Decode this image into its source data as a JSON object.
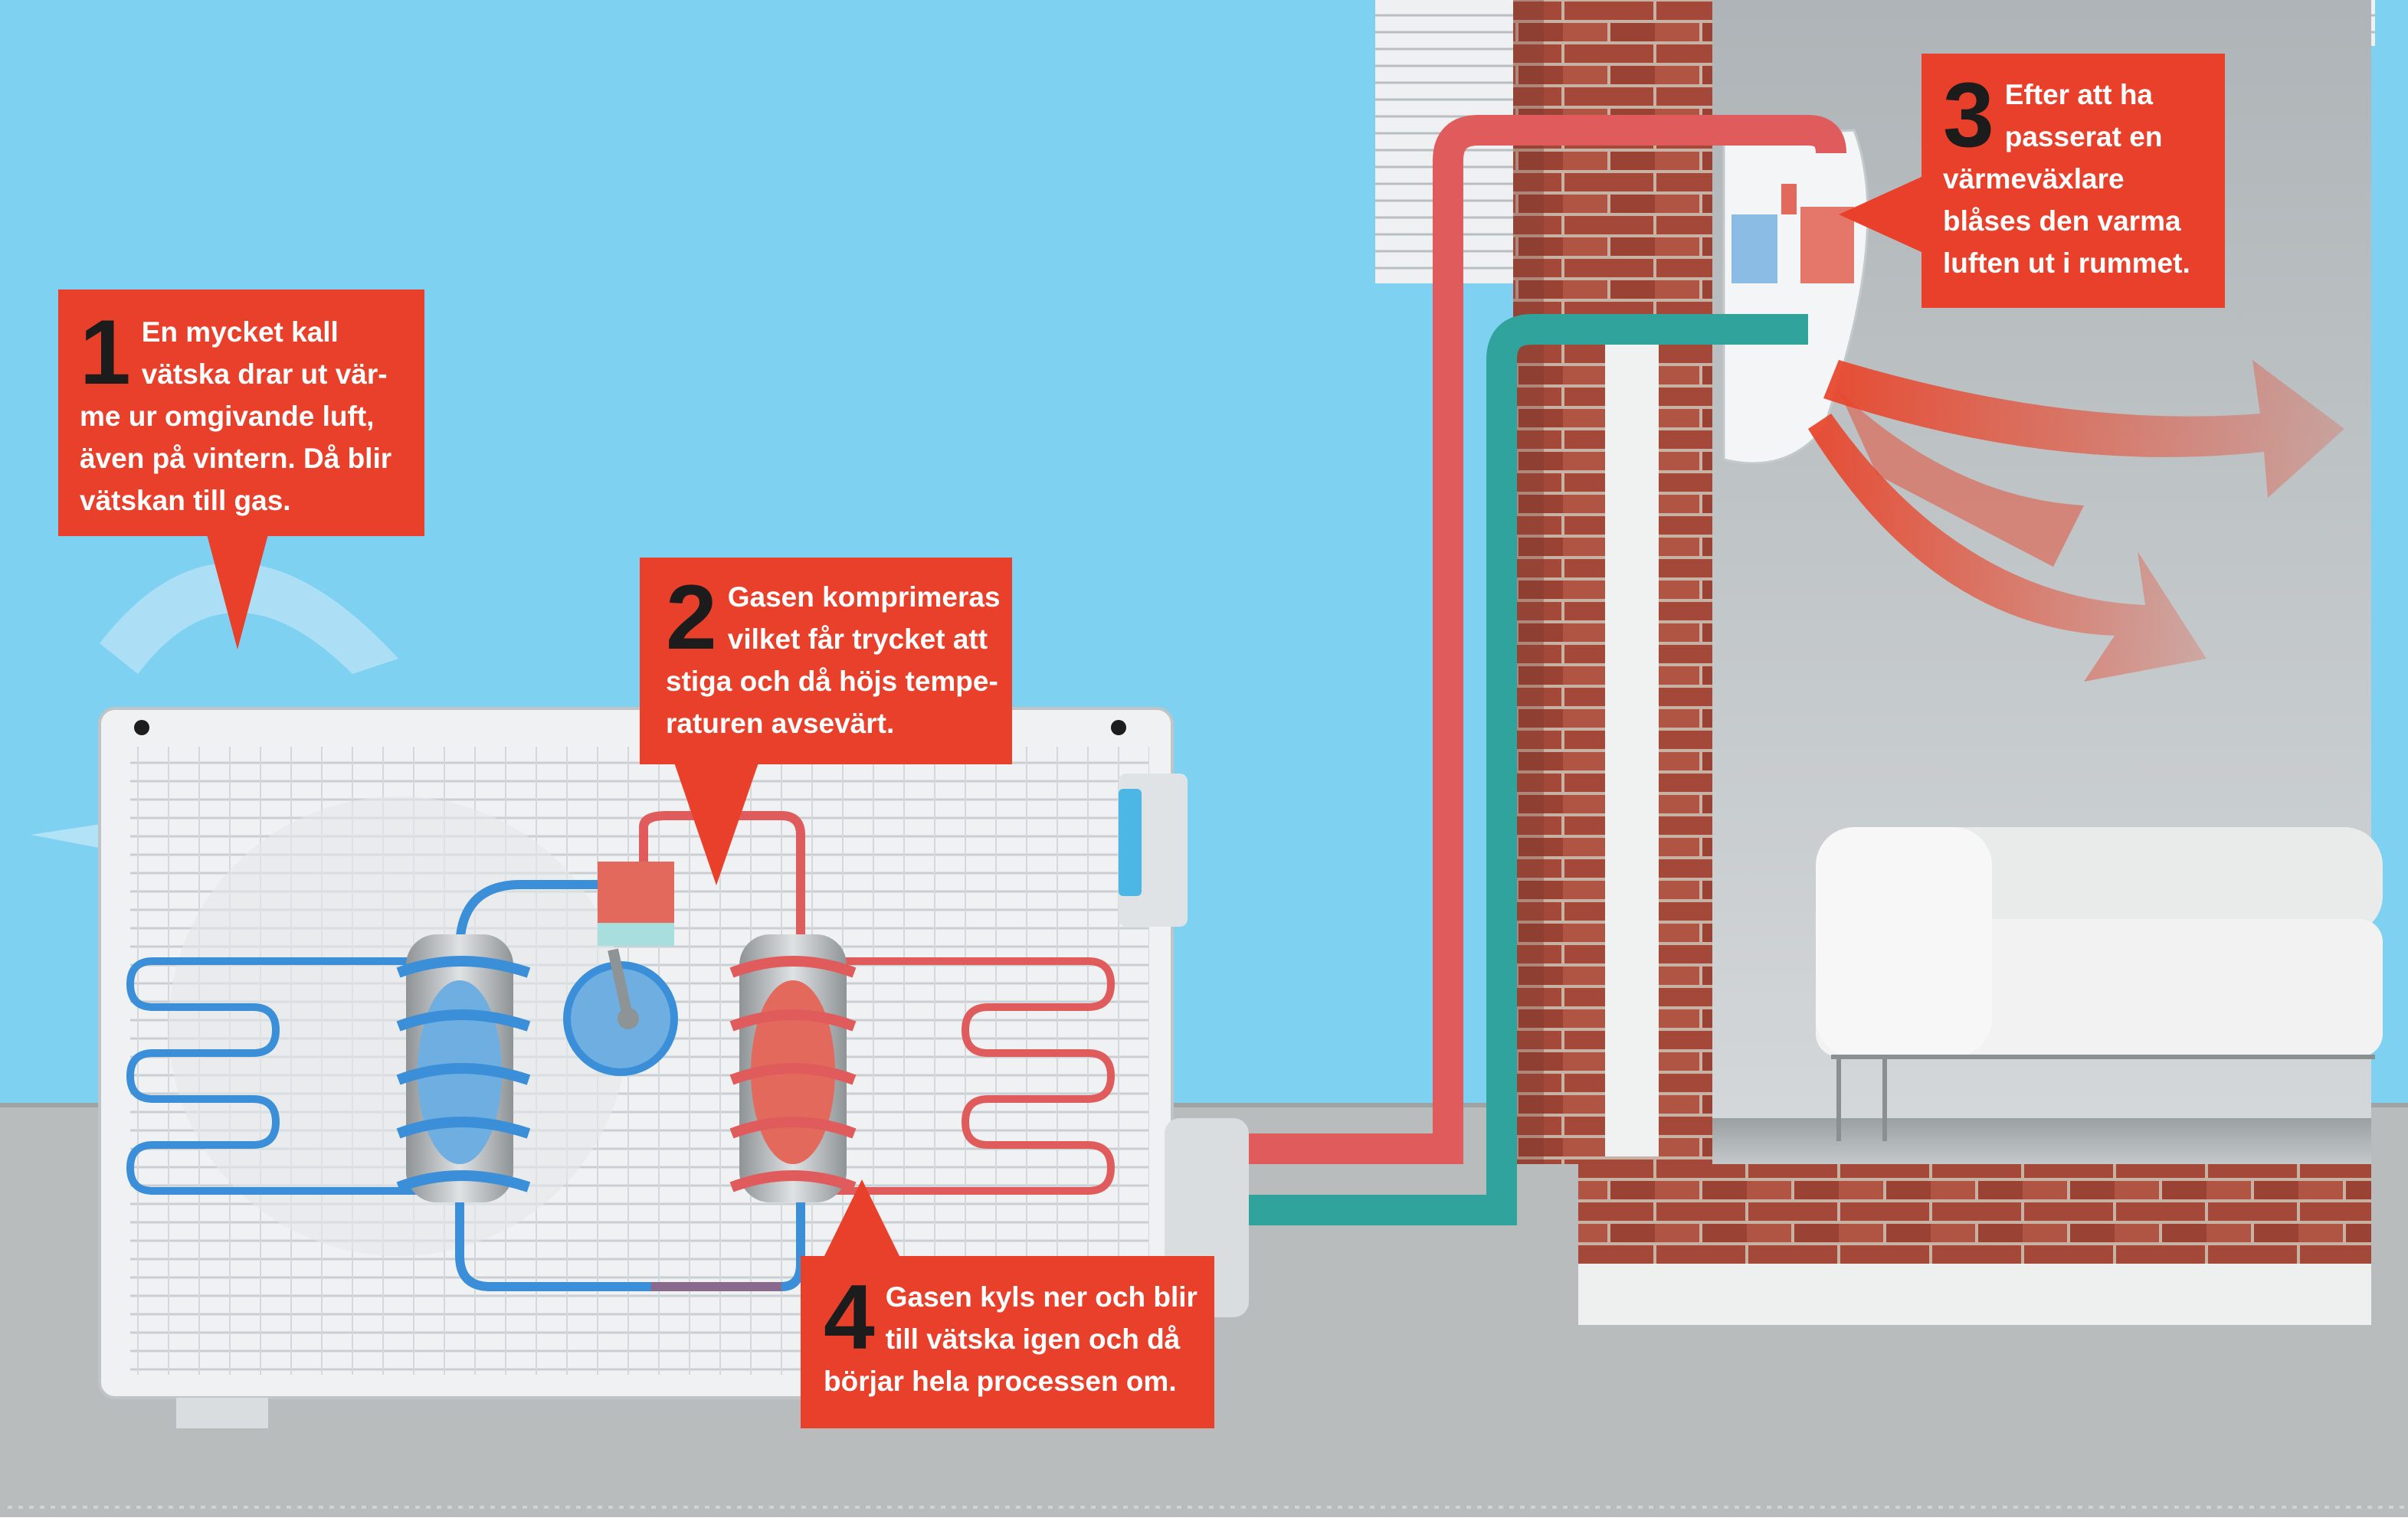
{
  "colors": {
    "sky": "#7fd1f1",
    "ground": "#b8bcbc",
    "callout": "#e8402a",
    "hot_pipe": "#e05c5c",
    "cold_pipe": "#2fa39c",
    "brick": "#a4493a"
  },
  "callouts": [
    {
      "id": "1",
      "number": "1",
      "lines": [
        "En mycket kall",
        "vätska drar ut vär-",
        "me ur omgivande luft,",
        "även på vintern. Då blir",
        "vätskan till gas."
      ]
    },
    {
      "id": "2",
      "number": "2",
      "lines": [
        "Gasen komprimeras",
        "vilket får trycket att",
        "stiga och då höjs tempe-",
        "raturen avsevärt."
      ]
    },
    {
      "id": "3",
      "number": "3",
      "lines": [
        "Efter att ha",
        "passerat en",
        "värmeväxlare",
        "blåses den varma",
        "luften ut i rummet."
      ]
    },
    {
      "id": "4",
      "number": "4",
      "lines": [
        "Gasen kyls ner och blir",
        "till vätska igen och då",
        "börjar hela processen om."
      ]
    }
  ]
}
